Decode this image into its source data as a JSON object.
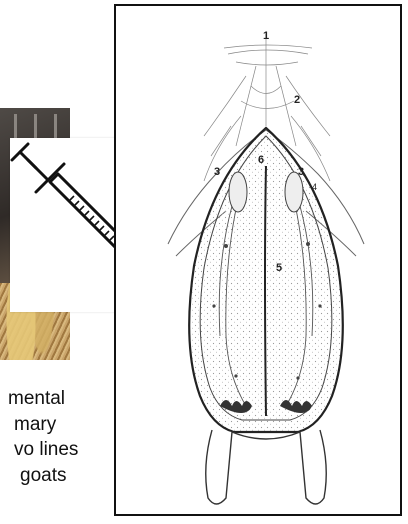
{
  "labels": {
    "l1": "1",
    "l2": "2",
    "l3a": "3",
    "l3b": "3",
    "l4": "4",
    "l5": "5",
    "l6": "6"
  },
  "caption_lines": [
    "mental",
    "mary",
    "vo lines",
    "goats"
  ]
}
